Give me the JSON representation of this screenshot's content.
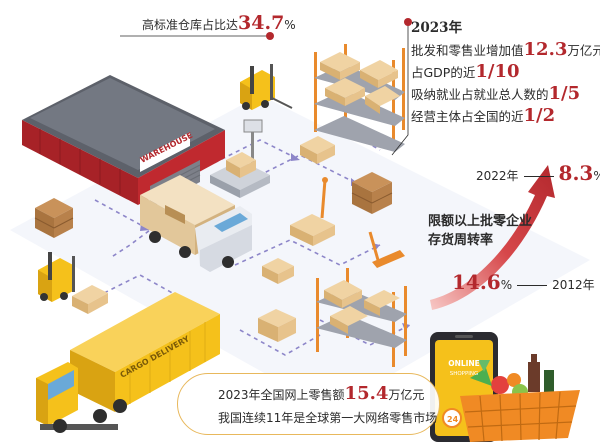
{
  "warehouse_ratio": {
    "label": "高标准仓库占比达",
    "value": "34.7",
    "unit": "%"
  },
  "stats_2023": {
    "year": "2023年",
    "rows": [
      {
        "label": "批发和零售业增加值",
        "value": "12.3",
        "unit": "万亿元"
      },
      {
        "label": "占GDP的近",
        "value": "1/10",
        "unit": ""
      },
      {
        "label": "吸纳就业占就业总人数的",
        "value": "1/5",
        "unit": ""
      },
      {
        "label": "经营主体占全国的近",
        "value": "1/2",
        "unit": ""
      }
    ]
  },
  "turnover": {
    "title_line1": "限额以上批零企业",
    "title_line2": "存货周转率",
    "y2022": {
      "year": "2022年",
      "value": "8.3",
      "unit": "%"
    },
    "y2012": {
      "year": "2012年",
      "value": "14.6",
      "unit": "%"
    }
  },
  "online_retail": {
    "line1_prefix": "2023年全国网上零售额",
    "line1_value": "15.4",
    "line1_unit": "万亿元",
    "line2": "我国连续11年是全球第一大网络零售市场"
  },
  "signage": {
    "warehouse": "WAREHOUSE",
    "truck": "CARGO DELIVERY",
    "phone_line1": "ONLINE",
    "phone_line2": "SHOPPING"
  },
  "colors": {
    "accent_red": "#b3282d",
    "warehouse_wall": "#c0292f",
    "warehouse_roof": "#6b6f78",
    "truck_yellow": "#f5c11b",
    "box_tan": "#e7c38c",
    "rack_orange": "#e98a2c",
    "route_purple": "#8d86c9",
    "pill_border": "#e8b85c"
  },
  "icons": [
    "warehouse-icon",
    "forklift-icon",
    "cargo-truck-icon",
    "box-icon",
    "scale-icon",
    "hand-truck-icon",
    "shelf-rack-icon",
    "smartphone-icon",
    "shopping-basket-icon",
    "up-arrow-icon"
  ]
}
